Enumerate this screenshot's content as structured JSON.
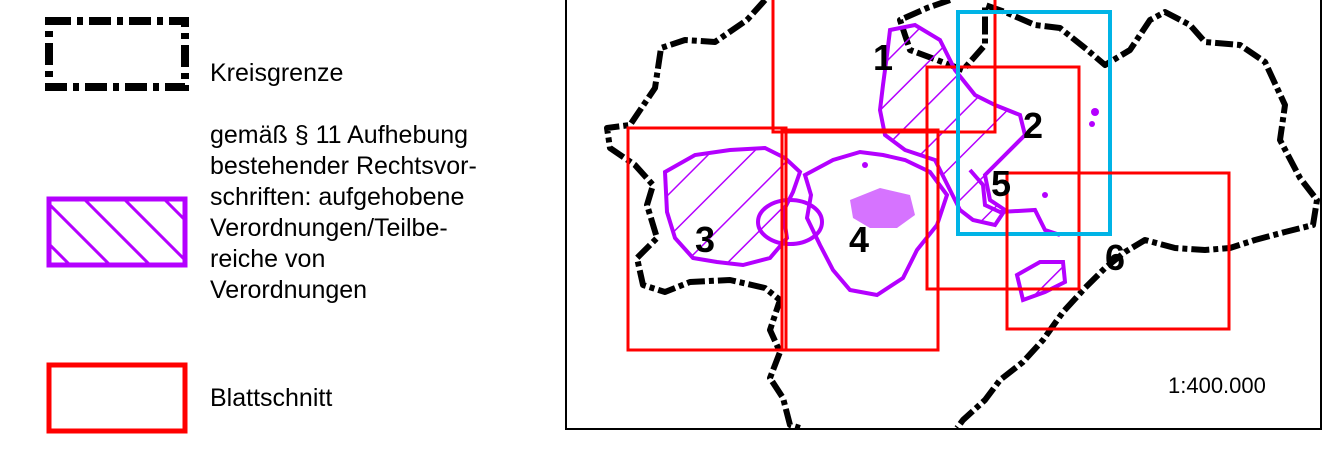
{
  "legend": {
    "kreisgrenze": {
      "label": "Kreisgrenze",
      "icon": "dashed-boundary-icon",
      "color": "#000000"
    },
    "aufhebung": {
      "lines": [
        "gemäß § 11 Aufhebung",
        "bestehender Rechtsvor-",
        "schriften: aufgehobene",
        "Verordnungen/Teilbe-",
        "reiche von",
        "Verordnungen"
      ],
      "icon": "hatched-area-icon",
      "color": "#b400ff"
    },
    "blattschnitt": {
      "label": "Blattschnitt",
      "icon": "red-rectangle-icon",
      "color": "#ff0000"
    }
  },
  "map": {
    "sheets": [
      {
        "label": "1",
        "color": "#ff0000"
      },
      {
        "label": "2",
        "color": "#00b4e6"
      },
      {
        "label": "3",
        "color": "#ff0000"
      },
      {
        "label": "4",
        "color": "#ff0000"
      },
      {
        "label": "5",
        "color": "#ff0000"
      },
      {
        "label": "6",
        "color": "#ff0000"
      }
    ],
    "scale": "1:400.000"
  }
}
